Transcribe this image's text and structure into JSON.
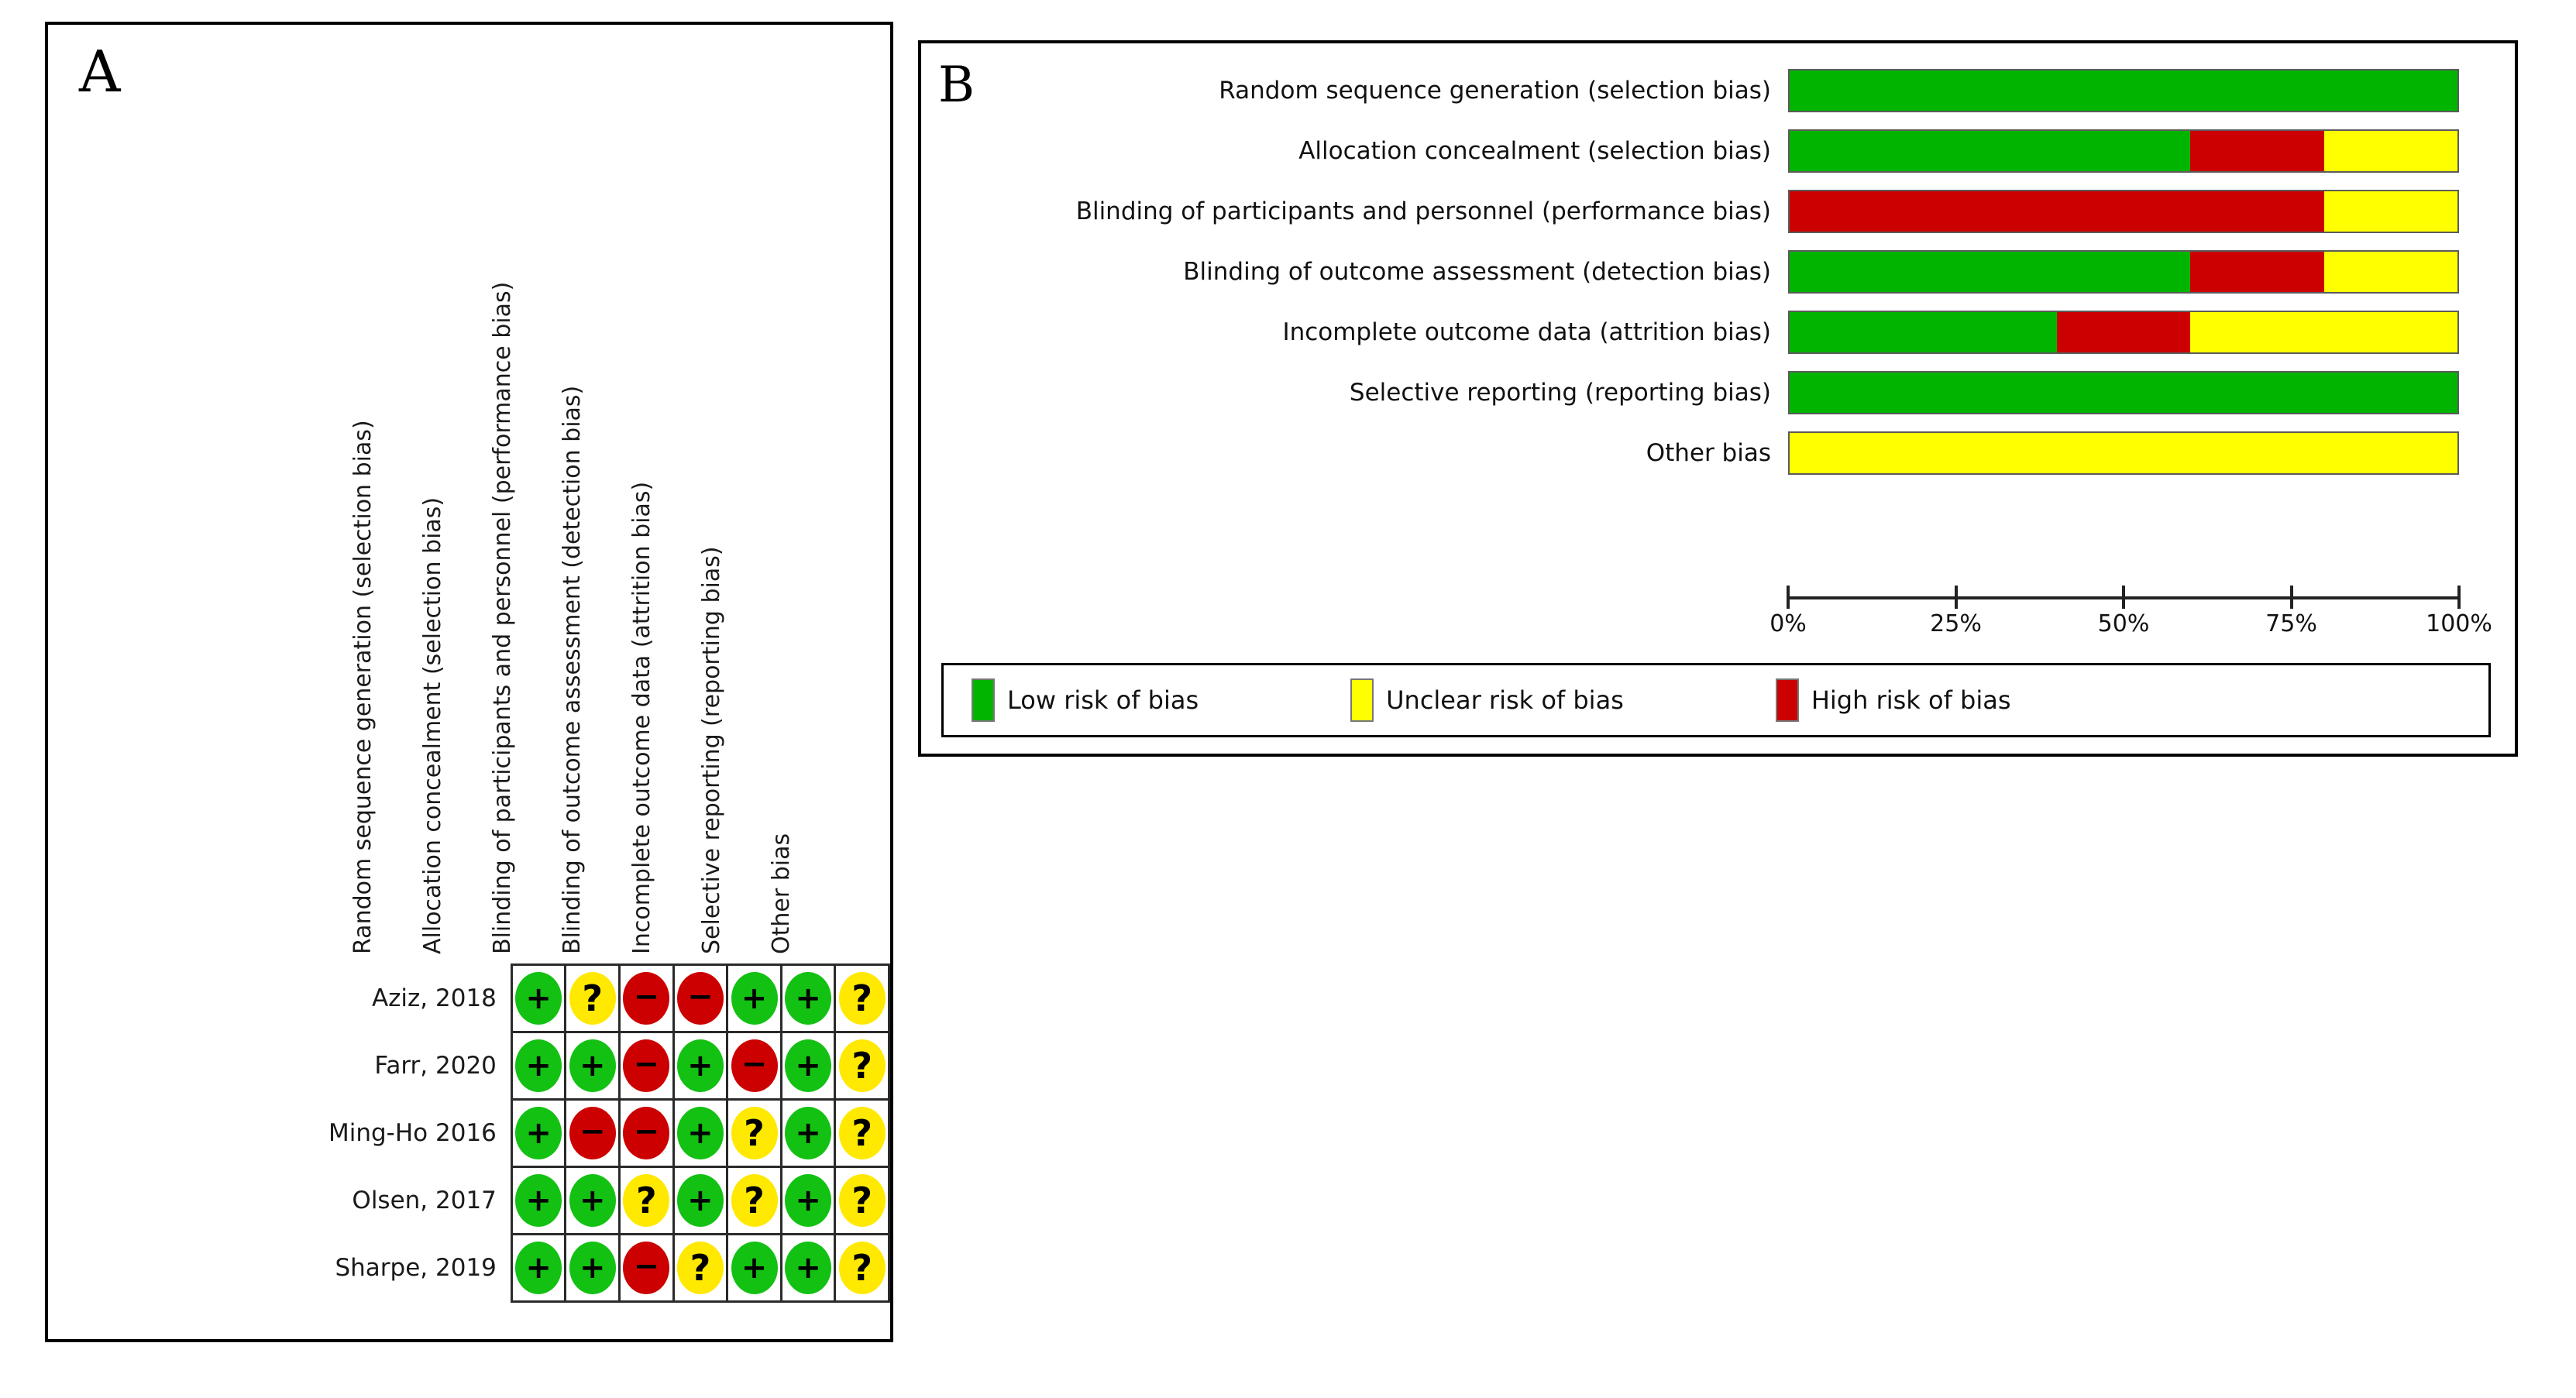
{
  "panelA": {
    "letter": "A",
    "columns": [
      "Random sequence generation (selection bias)",
      "Allocation concealment (selection bias)",
      "Blinding of participants and personnel (performance bias)",
      "Blinding of outcome assessment (detection bias)",
      "Incomplete outcome data (attrition bias)",
      "Selective reporting (reporting bias)",
      "Other bias"
    ],
    "studies": [
      "Aziz, 2018",
      "Farr, 2020",
      "Ming-Ho 2016",
      "Olsen, 2017",
      "Sharpe, 2019"
    ],
    "symbols": {
      "low": "+",
      "high": "−",
      "unclear": "?"
    },
    "judgements": [
      [
        "low",
        "unclear",
        "high",
        "high",
        "low",
        "low",
        "unclear"
      ],
      [
        "low",
        "low",
        "high",
        "low",
        "high",
        "low",
        "unclear"
      ],
      [
        "low",
        "high",
        "high",
        "low",
        "unclear",
        "low",
        "unclear"
      ],
      [
        "low",
        "low",
        "unclear",
        "low",
        "unclear",
        "low",
        "unclear"
      ],
      [
        "low",
        "low",
        "high",
        "unclear",
        "low",
        "low",
        "unclear"
      ]
    ]
  },
  "panelB": {
    "letter": "B",
    "axis": {
      "ticks": [
        "0%",
        "25%",
        "50%",
        "75%",
        "100%"
      ],
      "values": [
        0,
        25,
        50,
        75,
        100
      ]
    },
    "legend": [
      {
        "key": "low",
        "label": "Low risk of bias",
        "color": "#00b400"
      },
      {
        "key": "unclear",
        "label": "Unclear risk of bias",
        "color": "#ffff00"
      },
      {
        "key": "high",
        "label": "High risk of bias",
        "color": "#cc0000"
      }
    ]
  },
  "chart_data": {
    "type": "bar",
    "title": "",
    "xlabel": "",
    "ylabel": "",
    "xlim": [
      0,
      100
    ],
    "grid": false,
    "legend_position": "bottom",
    "orientation": "horizontal",
    "stacked": true,
    "categories": [
      "Random sequence generation (selection bias)",
      "Allocation concealment (selection bias)",
      "Blinding of participants and personnel (performance bias)",
      "Blinding of outcome assessment (detection bias)",
      "Incomplete outcome data (attrition bias)",
      "Selective reporting (reporting bias)",
      "Other bias"
    ],
    "series": [
      {
        "name": "Low risk of bias",
        "color": "#00b400",
        "values": [
          100,
          60,
          0,
          60,
          40,
          100,
          0
        ]
      },
      {
        "name": "High risk of bias",
        "color": "#cc0000",
        "values": [
          0,
          20,
          80,
          20,
          20,
          0,
          0
        ]
      },
      {
        "name": "Unclear risk of bias",
        "color": "#ffff00",
        "values": [
          0,
          20,
          20,
          20,
          40,
          0,
          100
        ]
      }
    ]
  }
}
